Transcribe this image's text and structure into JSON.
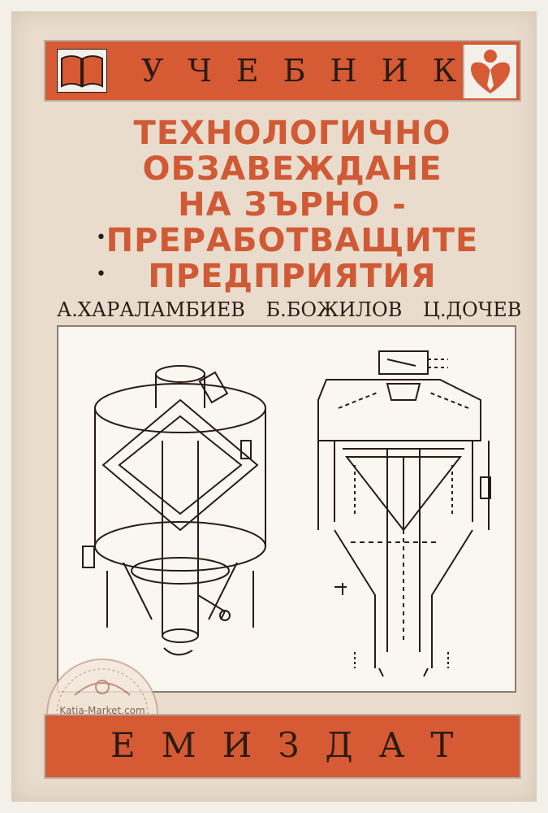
{
  "series_label": "УЧЕБНИК",
  "title_lines": [
    "ТЕХНОЛОГИЧНО",
    "ОБЗАВЕЖДАНЕ",
    "НА ЗЪРНО -",
    "ПРЕРАБОТВАЩИТЕ",
    "ПРЕДПРИЯТИЯ"
  ],
  "authors": [
    "А.ХАРАЛАМБИЕВ",
    "Б.БОЖИЛОВ",
    "Ц.ДОЧЕВ"
  ],
  "publisher": "ЕМИЗДАТ",
  "watermark": "Katia-Market.com",
  "icons": {
    "book": "open-book-icon",
    "emblem": "heart-quill-emblem-icon"
  },
  "colors": {
    "accent": "#d65a34",
    "title": "#d05a35",
    "paper": "#e9dccd",
    "ink": "#2a1b14"
  }
}
